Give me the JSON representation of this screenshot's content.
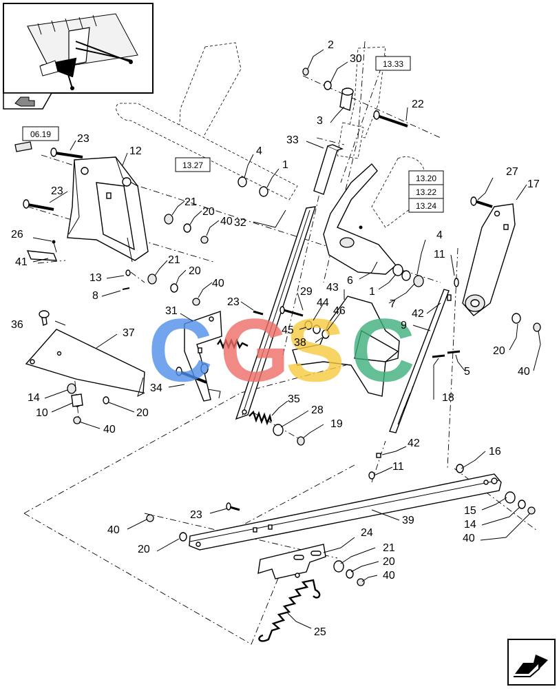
{
  "watermark": {
    "letters": [
      "C",
      "G",
      "S",
      "C"
    ],
    "colors": [
      "#4f8fea",
      "#ee6e66",
      "#f7ca3e",
      "#3fb07c"
    ]
  },
  "ref_boxes": {
    "b0619": "06.19",
    "b1327": "13.27",
    "b1333": "13.33",
    "b1320": "13.20",
    "b1322": "13.22",
    "b1324": "13.24"
  },
  "callouts": {
    "n2": "2",
    "n30": "30",
    "n3": "3",
    "n22": "22",
    "n33": "33",
    "n4a": "4",
    "n1a": "1",
    "n23a": "23",
    "n12": "12",
    "n23b": "23",
    "n21a": "21",
    "n20a": "20",
    "n40a": "40",
    "n26": "26",
    "n41": "41",
    "n21b": "21",
    "n20b": "20",
    "n40b": "40",
    "n13": "13",
    "n8": "8",
    "n32": "32",
    "n27": "27",
    "n17": "17",
    "n4b": "4",
    "n6": "6",
    "n1b": "1",
    "n7": "7",
    "n11a": "11",
    "n23c": "23",
    "n29": "29",
    "n43": "43",
    "n44": "44",
    "n46": "46",
    "n45": "45",
    "n38": "38",
    "n42a": "42",
    "n9": "9",
    "n31": "31",
    "n36": "36",
    "n37": "37",
    "n34": "34",
    "n14a": "14",
    "n10": "10",
    "n20c": "20",
    "n40c": "40",
    "n35": "35",
    "n28": "28",
    "n19": "19",
    "n20d": "20",
    "n40d": "40",
    "n5": "5",
    "n18": "18",
    "n42b": "42",
    "n11b": "11",
    "n16": "16",
    "n23d": "23",
    "n39": "39",
    "n40e": "40",
    "n20e": "20",
    "n15": "15",
    "n14b": "14",
    "n40f": "40",
    "n24": "24",
    "n21c": "21",
    "n20f": "20",
    "n40g": "40",
    "n25": "25"
  },
  "icons": {
    "thumbnail": "machine-overview-thumbnail",
    "prev": "previous-page-arrow-icon",
    "next": "next-page-arrow-icon"
  }
}
